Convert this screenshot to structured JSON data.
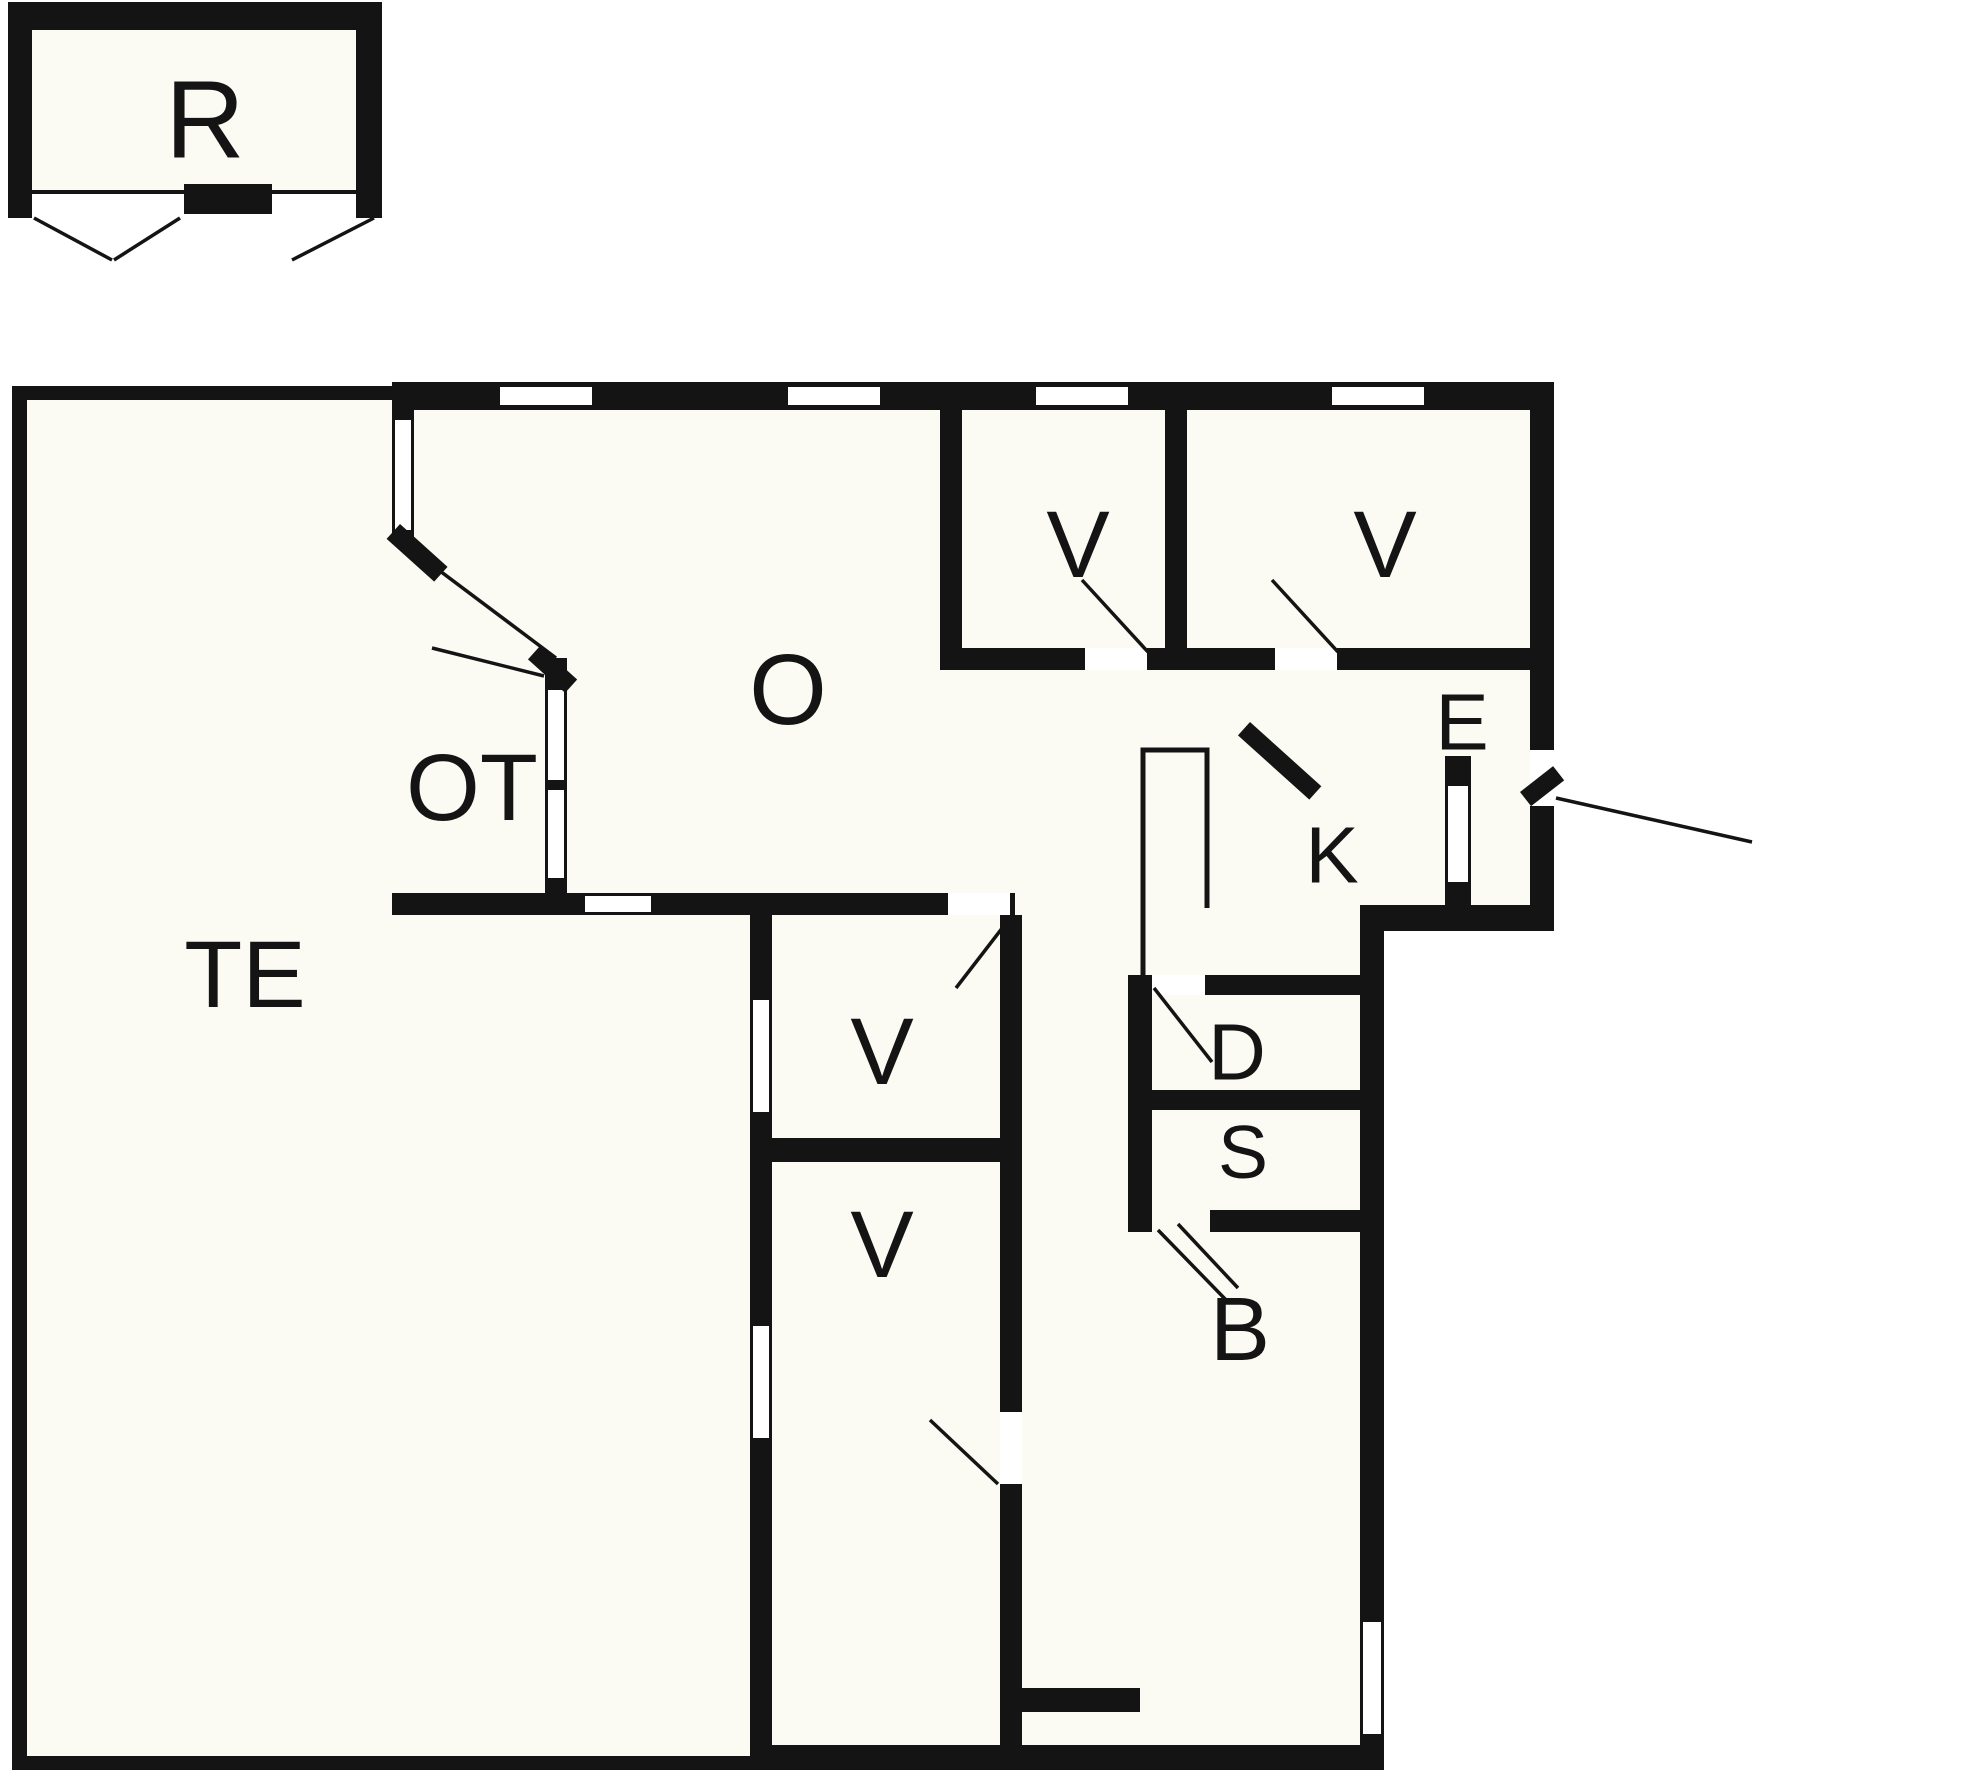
{
  "colors": {
    "wall": "#141414",
    "floor": "#fbfbf4",
    "background": "#ffffff"
  },
  "rooms": [
    {
      "id": "garage",
      "label": "R"
    },
    {
      "id": "terrace",
      "label": "TE"
    },
    {
      "id": "covered-terrace",
      "label": "OT"
    },
    {
      "id": "living-room",
      "label": "O"
    },
    {
      "id": "bedroom-1",
      "label": "V"
    },
    {
      "id": "bedroom-2",
      "label": "V"
    },
    {
      "id": "entry",
      "label": "E"
    },
    {
      "id": "kitchen",
      "label": "K"
    },
    {
      "id": "bedroom-3",
      "label": "V"
    },
    {
      "id": "bedroom-4",
      "label": "V"
    },
    {
      "id": "toilet",
      "label": "D"
    },
    {
      "id": "shower",
      "label": "S"
    },
    {
      "id": "bathroom",
      "label": "B"
    }
  ]
}
